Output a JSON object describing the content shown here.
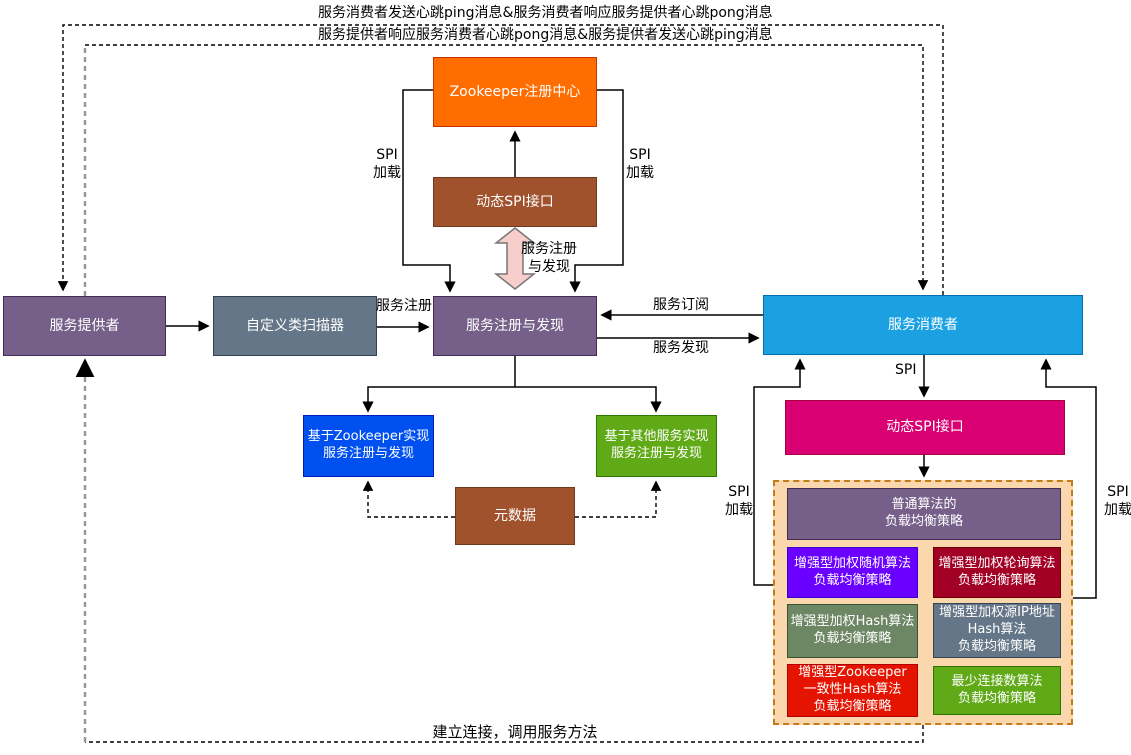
{
  "nodes": {
    "zookeeper_registry": {
      "label": "Zookeeper注册中心",
      "fill": "#FF6D00",
      "border": "#C73500"
    },
    "dynamic_spi_top": {
      "label": "动态SPI接口",
      "fill": "#A0522D",
      "border": "#6D3A1F"
    },
    "service_provider": {
      "label": "服务提供者",
      "fill": "#76608A",
      "border": "#432D57"
    },
    "class_scanner": {
      "label": "自定义类扫描器",
      "fill": "#647687",
      "border": "#314354"
    },
    "registry_discovery": {
      "label": "服务注册与发现",
      "fill": "#76608A",
      "border": "#432D57"
    },
    "service_consumer": {
      "label": "服务消费者",
      "fill": "#1BA1E2",
      "border": "#006EAF"
    },
    "zookeeper_impl": {
      "label": "基于Zookeeper实现\n服务注册与发现",
      "fill": "#0050EF",
      "border": "#001DBC"
    },
    "other_service_impl": {
      "label": "基于其他服务实现\n服务注册与发现",
      "fill": "#60A917",
      "border": "#2D7600"
    },
    "metadata": {
      "label": "元数据",
      "fill": "#A0522D",
      "border": "#6D3A1F"
    },
    "dynamic_spi_consumer": {
      "label": "动态SPI接口",
      "fill": "#D80073",
      "border": "#A50040"
    },
    "lb_common": {
      "label": "普通算法的\n负载均衡策略",
      "fill": "#76608A",
      "border": "#432D57"
    },
    "lb_weighted_random": {
      "label": "增强型加权随机算法\n负载均衡策略",
      "fill": "#6A00FF",
      "border": "#3700CC"
    },
    "lb_weighted_round_robin": {
      "label": "增强型加权轮询算法\n负载均衡策略",
      "fill": "#A20025",
      "border": "#6F0000"
    },
    "lb_weighted_hash": {
      "label": "增强型加权Hash算法\n负载均衡策略",
      "fill": "#6D8764",
      "border": "#3A5431"
    },
    "lb_source_ip_hash": {
      "label": "增强型加权源IP地址\nHash算法\n负载均衡策略",
      "fill": "#647687",
      "border": "#314354"
    },
    "lb_zk_consistent_hash": {
      "label": "增强型Zookeeper\n一致性Hash算法\n负载均衡策略",
      "fill": "#E51400",
      "border": "#B20000"
    },
    "lb_least_connections": {
      "label": "最少连接数算法\n负载均衡策略",
      "fill": "#60A917",
      "border": "#2D7600"
    }
  },
  "lb_group": {
    "fill": "#FAD7AC",
    "border": "#C47B1A"
  },
  "edge_labels": {
    "heartbeat_consumer_to_provider": "服务消费者发送心跳ping消息&服务消费者响应服务提供者心跳pong消息",
    "heartbeat_provider_to_consumer": "服务提供者响应服务消费者心跳pong消息&服务提供者发送心跳ping消息",
    "spi_load": "SPI\n加载",
    "spi": "SPI",
    "service_register": "服务注册",
    "service_subscribe": "服务订阅",
    "service_discover": "服务发现",
    "register_and_discover": "服务注册\n与发现",
    "establish_connection": "建立连接，调用服务方法"
  }
}
